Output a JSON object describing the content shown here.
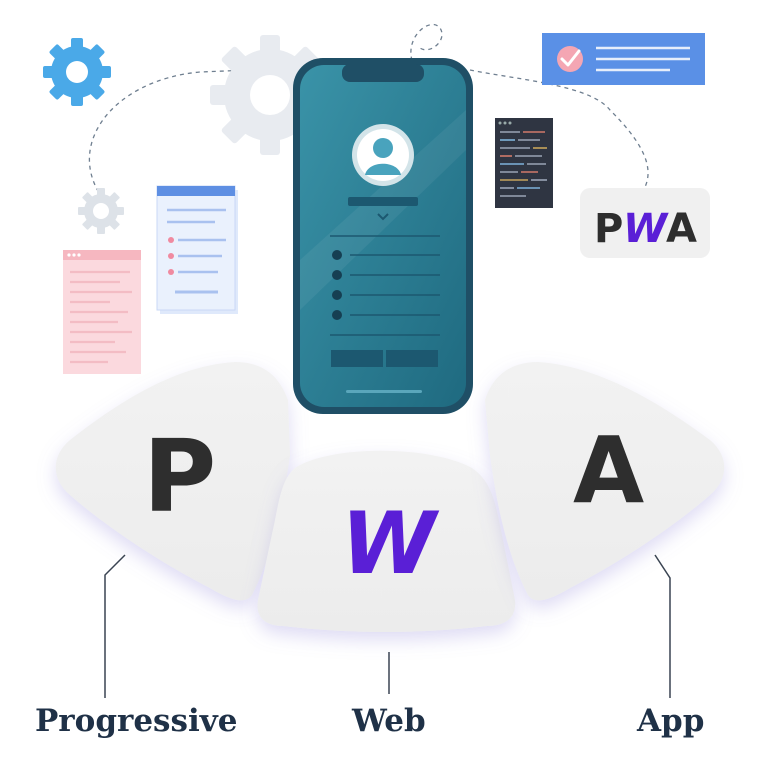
{
  "badge": {
    "text": "PWA",
    "letters": [
      "P",
      "W",
      "A"
    ]
  },
  "segments": [
    {
      "letter": "P",
      "caption": "Progressive"
    },
    {
      "letter": "W",
      "caption": "Web"
    },
    {
      "letter": "A",
      "caption": "App"
    }
  ],
  "icons": [
    "gear-icon",
    "user-avatar-icon",
    "checkmark-icon",
    "code-window-icon",
    "form-window-icon"
  ],
  "colors": {
    "accent_purple": "#5a1fd6",
    "phone_teal": "#2b7a90",
    "dark_letter": "#2e2e2e",
    "check_blue": "#5a90e6",
    "gear_blue": "#4aa9e8",
    "caption_navy": "#1f3147"
  }
}
